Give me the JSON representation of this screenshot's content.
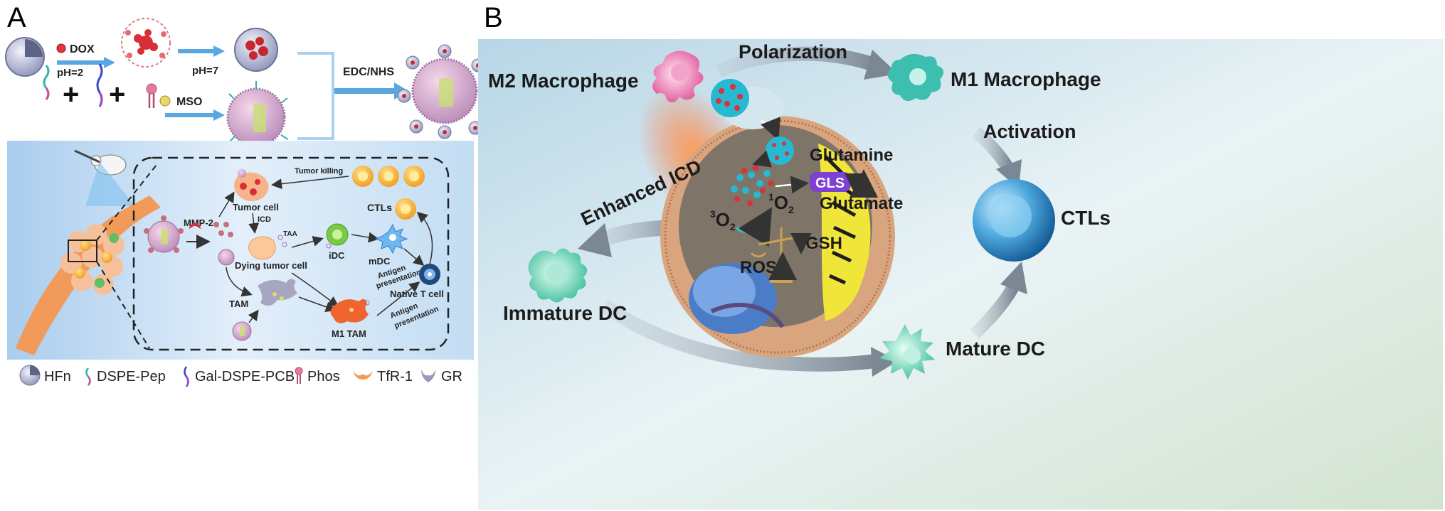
{
  "panelA": {
    "letter": "A",
    "top": {
      "dox": "DOX",
      "ph2": "pH=2",
      "ph7": "pH=7",
      "mso": "MSO",
      "edc": "EDC/NHS",
      "plus": "+"
    },
    "mech": {
      "mmp2": "MMP-2",
      "tumorCell": "Tumor cell",
      "tumorKilling": "Tumor killing",
      "ctls": "CTLs",
      "icd": "ICD",
      "taa": "TAA",
      "dying": "Dying  tumor cell",
      "idc": "iDC",
      "mdc": "mDC",
      "antigen1": "Antigen",
      "presentation1": "presentation",
      "native": "Native  T cell",
      "tam": "TAM",
      "m1tam": "M1 TAM",
      "antigen2": "Antigen",
      "presentation2": "presentation"
    },
    "legend": [
      "HFn",
      "DSPE-Pep",
      "Gal-DSPE-PCB",
      "Phos",
      "TfR-1",
      "GR"
    ]
  },
  "panelB": {
    "letter": "B",
    "polarization": "Polarization",
    "m2": "M2 Macrophage",
    "m1": "M1 Macrophage",
    "activation": "Activation",
    "ctls": "CTLs",
    "enhancedIcd": "Enhanced ICD",
    "glutamine": "Glutamine",
    "gls": "GLS",
    "glutamate": "Glutamate",
    "o2a": "O",
    "o2a_sup": "3",
    "o2a_sub": "2",
    "o2b": "O",
    "o2b_sup": "1",
    "o2b_sub": "2",
    "gsh": "GSH",
    "ros": "ROS",
    "immature": "Immature DC",
    "mature": "Mature DC"
  },
  "colors": {
    "accentBlue": "#5aa6e0",
    "tumorOrange": "#f08a4b",
    "cellPink": "#e0559a",
    "cellTeal": "#4cc9b0",
    "ctlBlue": "#2a8ac8"
  }
}
